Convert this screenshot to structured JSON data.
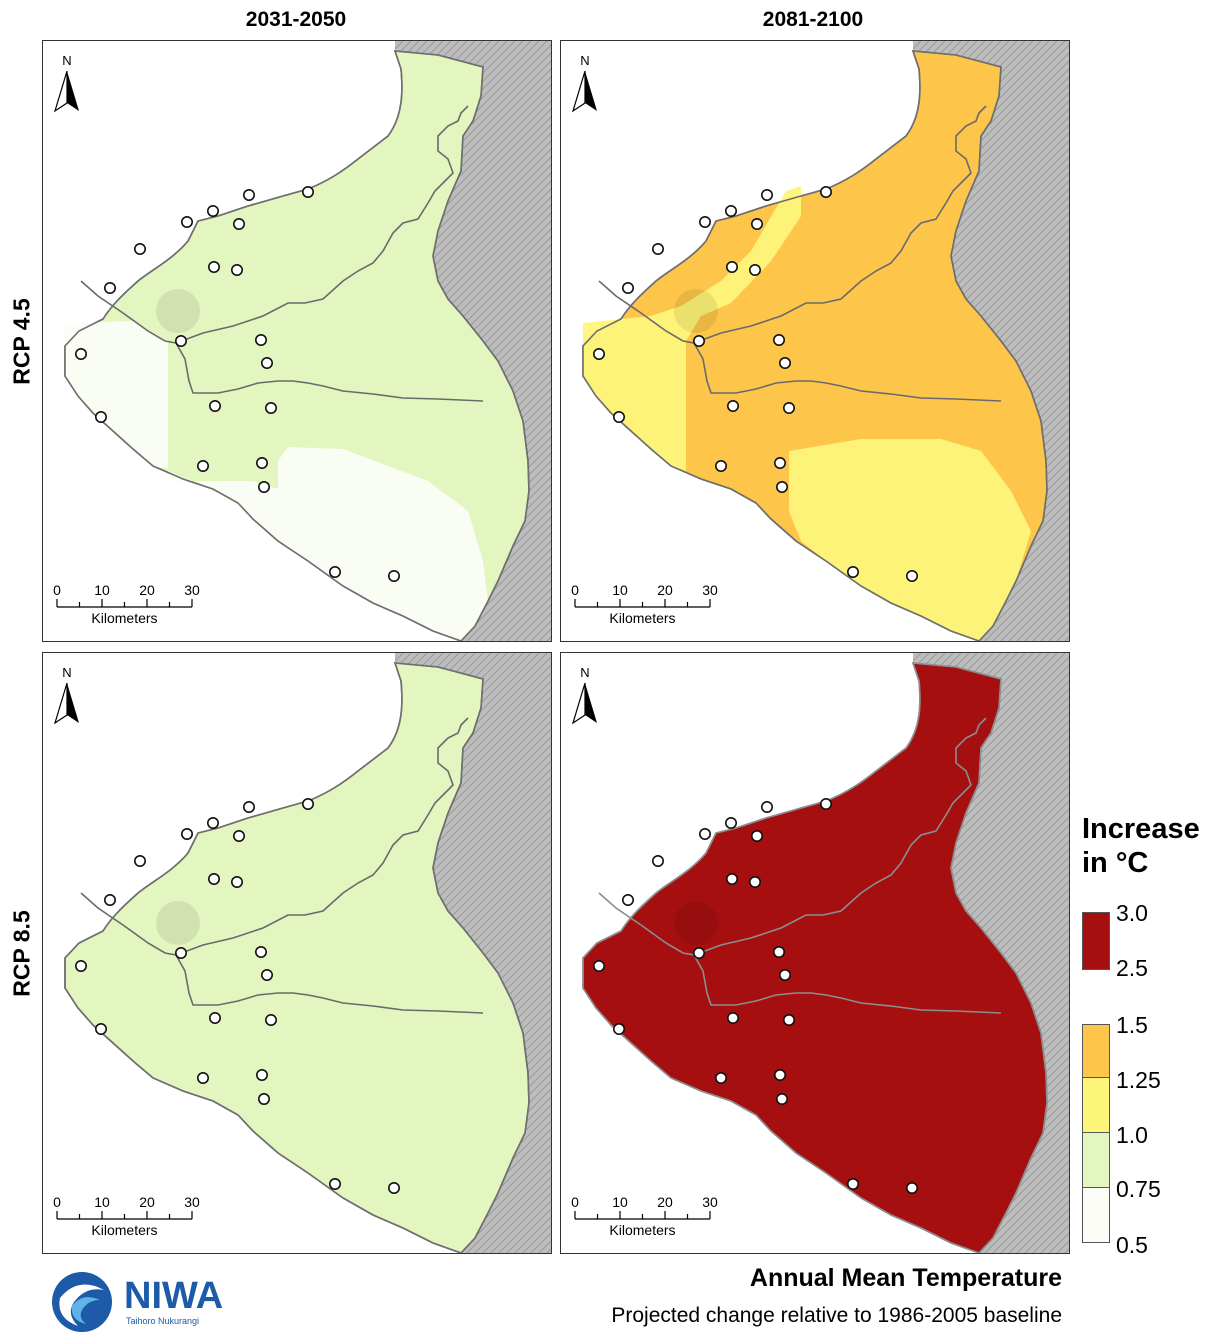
{
  "columns": [
    "2031-2050",
    "2081-2100"
  ],
  "rows": [
    "RCP 4.5",
    "RCP 8.5"
  ],
  "map": {
    "north_label": "N",
    "scale_ticks": [
      "0",
      "10",
      "20",
      "30"
    ],
    "scale_unit": "Kilometers"
  },
  "legend": {
    "title_line1": "Increase",
    "title_line2": "in °C",
    "classes": [
      {
        "range": "2.5–3.0",
        "color": "#a50f0f"
      },
      {
        "range": "1.25–1.5",
        "color": "#fdc64a"
      },
      {
        "range": "1.0–1.25",
        "color": "#fdf57a"
      },
      {
        "range": "0.75–1.0",
        "color": "#e3f6bf"
      },
      {
        "range": "0.5–0.75",
        "color": "#fbfdf6"
      }
    ],
    "labels": [
      "3.0",
      "2.5",
      "1.5",
      "1.25",
      "1.0",
      "0.75",
      "0.5"
    ]
  },
  "footer": {
    "title": "Annual Mean Temperature",
    "subtitle": "Projected change relative to 1986-2005 baseline"
  },
  "logo": {
    "name": "NIWA",
    "tagline": "Taihoro Nukurangi"
  },
  "panels": [
    {
      "id": "rcp45-2031",
      "scenario": "RCP 4.5",
      "period": "2031-2050",
      "dominant_class": "0.75–1.0",
      "secondary_class": "0.5–0.75"
    },
    {
      "id": "rcp45-2081",
      "scenario": "RCP 4.5",
      "period": "2081-2100",
      "dominant_class": "1.25–1.5",
      "secondary_class": "1.0–1.25"
    },
    {
      "id": "rcp85-2031",
      "scenario": "RCP 8.5",
      "period": "2031-2050",
      "dominant_class": "0.75–1.0",
      "secondary_class": "0.75–1.0"
    },
    {
      "id": "rcp85-2081",
      "scenario": "RCP 8.5",
      "period": "2081-2100",
      "dominant_class": "2.5–3.0",
      "secondary_class": "2.5–3.0"
    }
  ]
}
